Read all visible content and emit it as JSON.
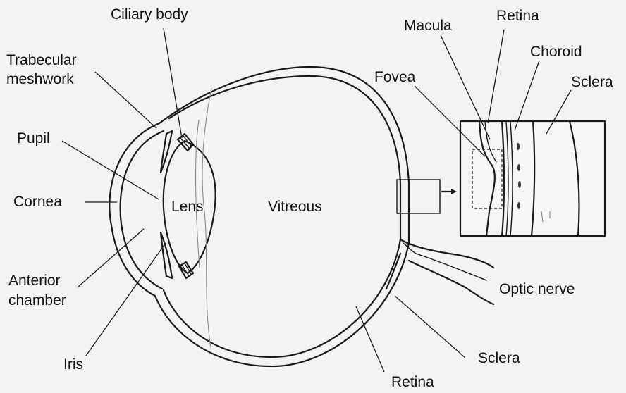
{
  "labels": {
    "ciliary_body": "Ciliary body",
    "trabecular_line1": "Trabecular",
    "trabecular_line2": "meshwork",
    "pupil": "Pupil",
    "cornea": "Cornea",
    "lens": "Lens",
    "vitreous": "Vitreous",
    "anterior_line1": "Anterior",
    "anterior_line2": "chamber",
    "iris": "Iris",
    "macula": "Macula",
    "retina_top": "Retina",
    "choroid": "Choroid",
    "fovea": "Fovea",
    "sclera_top": "Sclera",
    "optic_nerve": "Optic nerve",
    "sclera_bottom": "Sclera",
    "retina_bottom": "Retina"
  }
}
